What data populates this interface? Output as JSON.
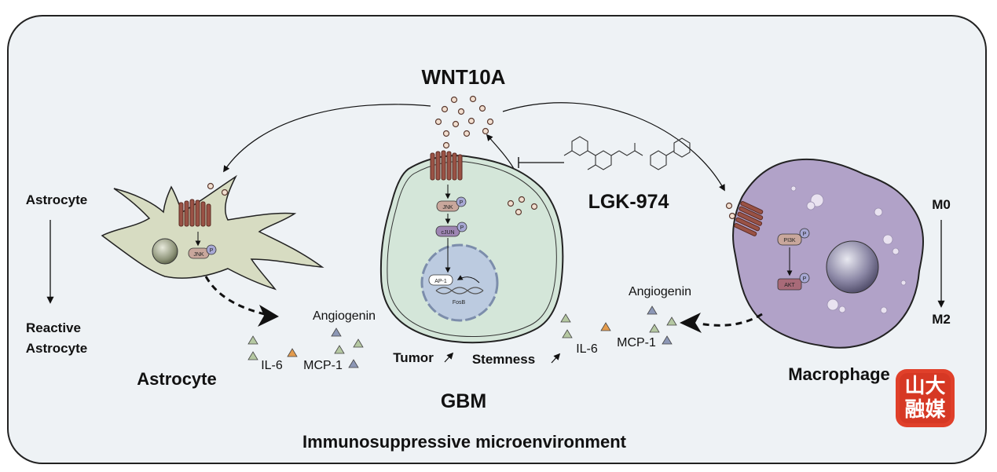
{
  "diagram": {
    "ligand_title": "WNT10A",
    "inhibitor_label": "LGK-974",
    "cells": {
      "astrocyte": {
        "name": "Astrocyte",
        "kinase": "JNK",
        "phospho": "P"
      },
      "gbm": {
        "name": "GBM",
        "kinase": "JNK",
        "factor": "cJUN",
        "complex": "AP-1",
        "target_gene": "FosB",
        "phospho": "P"
      },
      "macrophage": {
        "name": "Macrophage",
        "kinase_upstream": "PI3K",
        "kinase_downstream": "AKT",
        "phospho": "P"
      }
    },
    "transition_left": {
      "start": "Astrocyte",
      "end_line1": "Reactive",
      "end_line2": "Astrocyte"
    },
    "transition_right": {
      "start": "M0",
      "end": "M2"
    },
    "secreted_left": {
      "a": "IL-6",
      "b": "MCP-1",
      "c": "Angiogenin"
    },
    "secreted_right": {
      "a": "IL-6",
      "b": "MCP-1",
      "c": "Angiogenin"
    },
    "outcomes": {
      "tumor": "Tumor",
      "stemness": "Stemness"
    },
    "footer": "Immunosuppressive microenvironment",
    "watermark": "山大融媒",
    "colors": {
      "frame_bg": "#eef2f5",
      "receptor": "#9a5245",
      "astrocyte_fill": "#d7dcc2",
      "gbm_fill": "#d4e6d9",
      "nucleus_fill": "#bccbe0",
      "macrophage_fill": "#b1a2c8",
      "triangle_green": "#b5c8a2",
      "triangle_orange": "#e39b4d",
      "triangle_blue": "#8c97b6",
      "watermark_red": "#e0402a"
    }
  }
}
